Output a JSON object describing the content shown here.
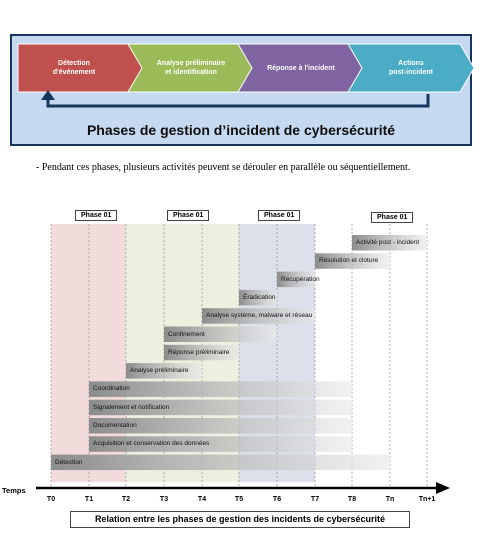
{
  "top_diagram": {
    "chevrons": [
      {
        "label": "Détection\nd'événement",
        "color": "#c0504d"
      },
      {
        "label": "Analyse préliminaire\net identification",
        "color": "#9bbb59"
      },
      {
        "label": "Réponse à l'incident",
        "color": "#8064a2"
      },
      {
        "label": "Actions\npost-incident",
        "color": "#4bacc6"
      }
    ],
    "title": "Phases de gestion d’incident de cybersécurité"
  },
  "note": "- Pendant ces phases, plusieurs activités peuvent se dérouler en parallèle ou séquentiellement.",
  "timeline": {
    "axis_label": "Temps",
    "ticks": [
      "T0",
      "T1",
      "T2",
      "T3",
      "T4",
      "T5",
      "T6",
      "T7",
      "T8",
      "Tn",
      "Tn+1"
    ],
    "phase_labels": [
      "Phase 01",
      "Phase 01",
      "Phase 01",
      "Phase 01"
    ],
    "phase_colors": [
      "#f2dcdb",
      "#ebf1de",
      "#dce0ea",
      "#ffffff"
    ],
    "activities": [
      {
        "label": "Activité post - incident",
        "start": 8,
        "end": 10
      },
      {
        "label": "Résolution et cloture",
        "start": 7,
        "end": 9
      },
      {
        "label": "Récupération",
        "start": 6,
        "end": 7
      },
      {
        "label": "Éradication",
        "start": 5,
        "end": 6
      },
      {
        "label": "Analyse système, malware et réseau",
        "start": 4,
        "end": 7
      },
      {
        "label": "Confinement",
        "start": 3,
        "end": 6
      },
      {
        "label": "Réponse préliminaire",
        "start": 3,
        "end": 5
      },
      {
        "label": "Analyse préliminaire",
        "start": 2,
        "end": 4
      },
      {
        "label": "Coordination",
        "start": 1,
        "end": 8
      },
      {
        "label": "Signalement et notification",
        "start": 1,
        "end": 8
      },
      {
        "label": "Documentation",
        "start": 1,
        "end": 8
      },
      {
        "label": "Acquisition et conservation des données",
        "start": 1,
        "end": 8
      },
      {
        "label": "Détection",
        "start": 0,
        "end": 9
      }
    ],
    "title": "Relation entre les phases de gestion des incidents de cybersécurité"
  }
}
